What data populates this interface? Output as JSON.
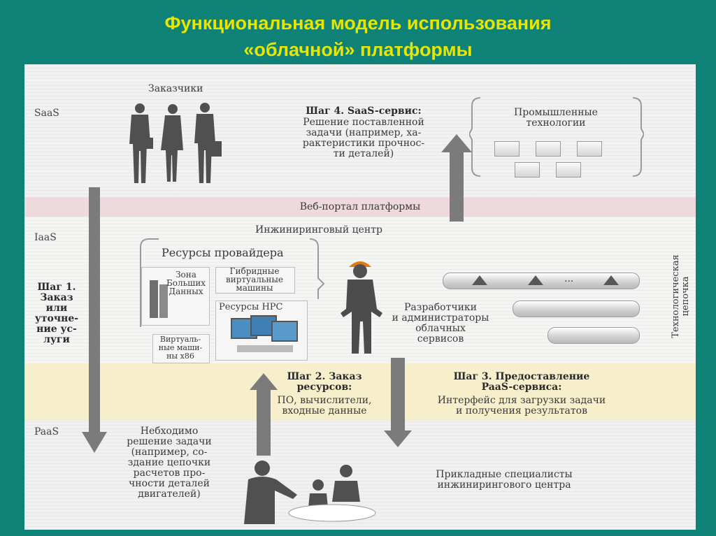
{
  "title": {
    "line1": "Функциональная  модель  использования",
    "line2": "«облачной»  платформы"
  },
  "layers": {
    "saas": "SaaS",
    "iaas": "IaaS",
    "paas": "PaaS"
  },
  "web_portal": "Веб-портал платформы",
  "customers": "Заказчики",
  "step4": {
    "title": "Шаг 4. SaaS-сервис:",
    "text": "Решение поставленной\nзадачи (например, ха-\nрактеристики прочнос-\nти деталей)"
  },
  "industrial": "Промышленные\nтехнологии",
  "engineering_center": "Инжиниринговый центр",
  "provider_resources": "Ресурсы провайдера",
  "resources": {
    "big_data": "Зона\nБольших\nДанных",
    "hybrid_vm": "Гибридные\nвиртуальные\nмашины",
    "hpc": "Ресурсы HPC",
    "vm_x86": "Виртуаль-\nные маши-\nны x86"
  },
  "developers": "Разработчики\nи администраторы\nоблачных\nсервисов",
  "tech_chain": "Технологическая\nцепочка",
  "pipe_ellipsis": "...",
  "step1": "Шаг 1.\nЗаказ\nили\nуточне-\nние ус-\nлуги",
  "step2": {
    "title": "Шаг 2. Заказ\nресурсов:",
    "text": "ПО, вычислители,\nвходные данные"
  },
  "step3": {
    "title": "Шаг 3. Предоставление\nPaaS-сервиса:",
    "text": "Интерфейс для загрузки задачи\nи получения результатов"
  },
  "need": "Небходимо\nрешение задачи\n(например, со-\nздание цепочки\nрасчетов про-\nчности деталей\nдвигателей)",
  "specialists": "Прикладные специалисты\nинжинирингового центра",
  "colors": {
    "background": "#0f8277",
    "title": "#e7e600",
    "arrow": "#7b7b7b",
    "web_band": "#eed9dc",
    "paas_band": "#f7efcc"
  }
}
